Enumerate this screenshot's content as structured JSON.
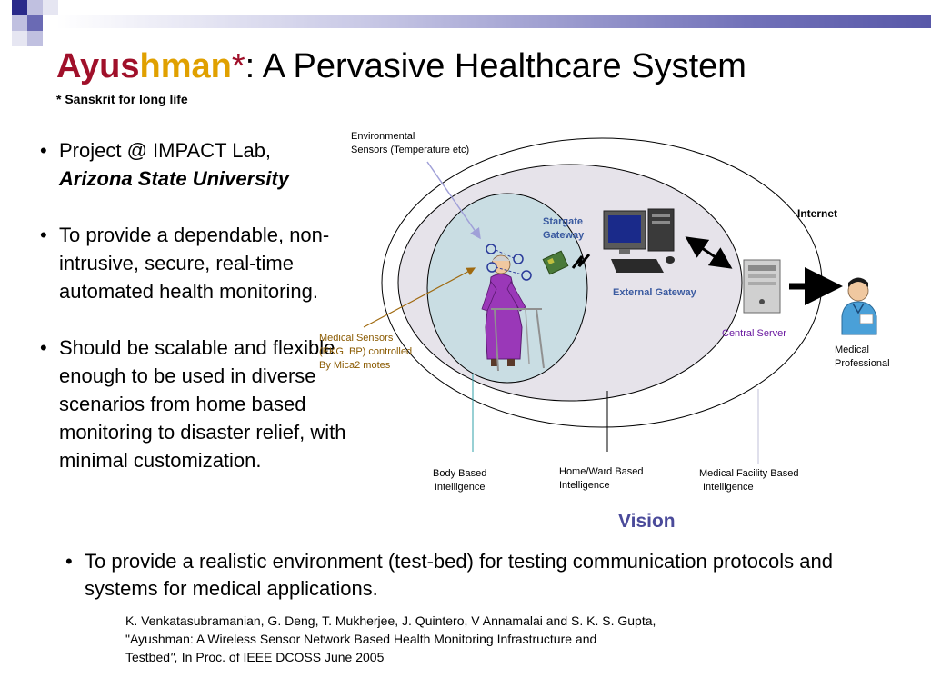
{
  "slide": {
    "title_part1": "Ayus",
    "title_part2": "hman",
    "title_part3": "*",
    "title_rest": ": A Pervasive Healthcare System",
    "subtitle": "* Sanskrit for long life",
    "bullets": [
      {
        "line1": "Project @ IMPACT Lab,",
        "emphasis": "Arizona State University"
      },
      {
        "text": "To provide a dependable, non-intrusive, secure, real-time automated health monitoring."
      },
      {
        "text": "Should be scalable and flexible enough to be used in diverse scenarios from home based monitoring to disaster relief, with minimal customization."
      }
    ],
    "bottom_bullet": "To provide a realistic environment (test-bed) for testing communication protocols and systems for medical applications.",
    "reference": {
      "line1": "K. Venkatasubramanian, G. Deng, T. Mukherjee, J. Quintero, V Annamalai and S. K. S. Gupta,",
      "line2": "\"Ayushman: A Wireless Sensor Network Based Health Monitoring Infrastructure and",
      "line3_title": "Testbed",
      "line3_quote": "\",",
      "line3_rest": " In Proc. of IEEE DCOSS June 2005"
    }
  },
  "diagram": {
    "env_sensors_1": "Environmental",
    "env_sensors_2": "Sensors (Temperature etc)",
    "stargate_1": "Stargate",
    "stargate_2": "Gateway",
    "internet": "Internet",
    "external_gateway": "External Gateway",
    "central_server": "Central Server",
    "medical_sensors_1": "Medical Sensors",
    "medical_sensors_2": "(EKG, BP) controlled",
    "medical_sensors_3": "By Mica2 motes",
    "medical_professional_1": "Medical",
    "medical_professional_2": "Professional",
    "body_based_1": "Body Based",
    "body_based_2": "Intelligence",
    "home_ward_1": "Home/Ward Based",
    "home_ward_2": "Intelligence",
    "facility_1": "Medical Facility Based",
    "facility_2": "Intelligence",
    "vision": "Vision"
  },
  "colors": {
    "title_red": "#a0102a",
    "title_gold": "#e0a000",
    "stargate_blue": "#3a5aa0",
    "medical_sensor_label": "#8a5a00",
    "central_server_label": "#6a1aa0",
    "vision": "#4a4a9a"
  }
}
